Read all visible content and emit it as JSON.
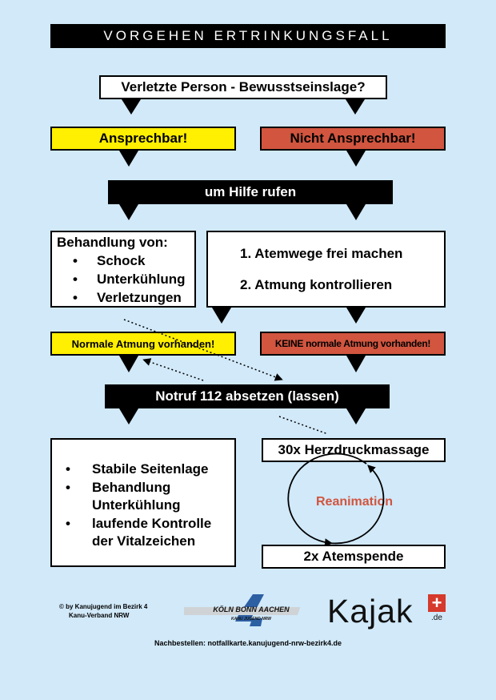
{
  "title": "VORGEHEN ERTRINKUNGSFALL",
  "question": "Verletzte Person - Bewusstseinslage?",
  "ansprechbar": "Ansprechbar!",
  "nicht_ansprechbar": "Nicht Ansprechbar!",
  "hilfe": "um Hilfe rufen",
  "behandlung": {
    "heading": "Behandlung von:",
    "items": [
      "Schock",
      "Unterkühlung",
      "Verletzungen"
    ]
  },
  "atemwege": {
    "step1": "1. Atemwege frei machen",
    "step2": "2. Atmung kontrollieren"
  },
  "normale_atmung": "Normale Atmung vorhanden!",
  "keine_atmung": "KEINE normale Atmung vorhanden!",
  "notruf": "Notruf 112 absetzen (lassen)",
  "versorgung": {
    "items": [
      "Stabile Seitenlage",
      "Behandlung Unterkühlung",
      "laufende Kontrolle der Vitalzeichen"
    ]
  },
  "herzdruck": "30x Herzdruckmassage",
  "reanimation": "Reanimation",
  "atemspende": "2x Atemspende",
  "footer": {
    "copyright_line1": "© by Kanujugend im Bezirk 4",
    "copyright_line2": "Kanu-Verband NRW",
    "logo_koeln": "KÖLN BONN AACHEN",
    "logo_koeln_sub": "KANU JUGEND NRW",
    "logo_kajak": "Kajak",
    "logo_kajak_de": ".de",
    "nachbestellen": "Nachbestellen: notfallkarte.kanujugend-nrw-bezirk4.de"
  },
  "colors": {
    "background": "#d1e9f9",
    "yellow": "#ffef00",
    "red": "#d1553f",
    "reanimation_text": "#d1553f"
  }
}
